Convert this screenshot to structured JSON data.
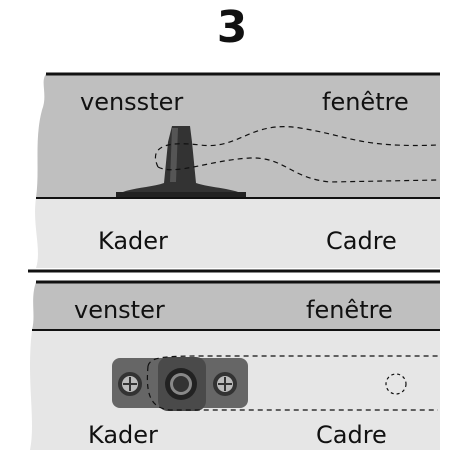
{
  "step_number": "3",
  "side_view": {
    "window_label_nl": "vensster",
    "window_label_fr": "fenêtre",
    "frame_label_nl": "Kader",
    "frame_label_fr": "Cadre"
  },
  "top_view": {
    "window_label_nl": "venster",
    "window_label_fr": "fenêtre",
    "frame_label_nl": "Kader",
    "frame_label_fr": "Cadre"
  },
  "colors": {
    "window_profile": "#bfbfbf",
    "frame_profile": "#e6e6e6",
    "hardware_dark": "#333333",
    "hardware_mid": "#666666",
    "line": "#111111"
  }
}
